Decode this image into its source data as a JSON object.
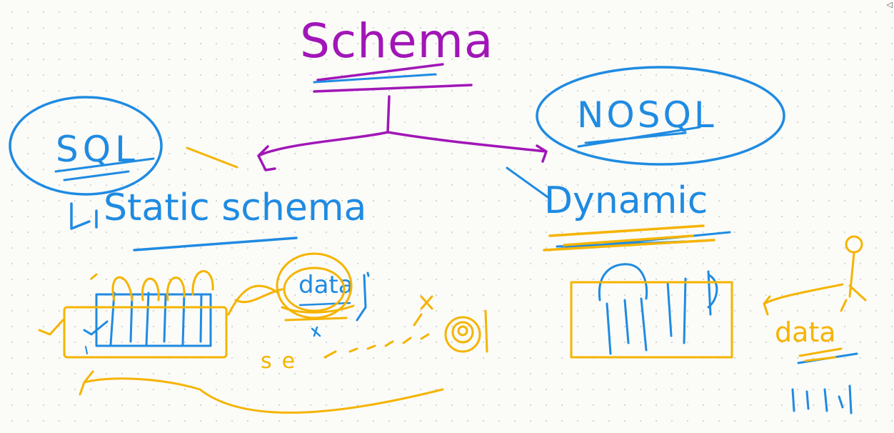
{
  "labels": {
    "title": "Schema",
    "sql": "SQL",
    "nosql": "NOSQL",
    "static": "Static schema",
    "static_prefix": "L",
    "dynamic": "Dynamic",
    "data_left": "data",
    "data_right": "data",
    "scribble": "se"
  },
  "colors": {
    "purple": "#a116b7",
    "blue": "#1f8be2",
    "yellow": "#f5b400",
    "background": "#fbfbf8",
    "grid_dots": "#cfd3d6"
  },
  "corner_icon": "triangle-icon"
}
